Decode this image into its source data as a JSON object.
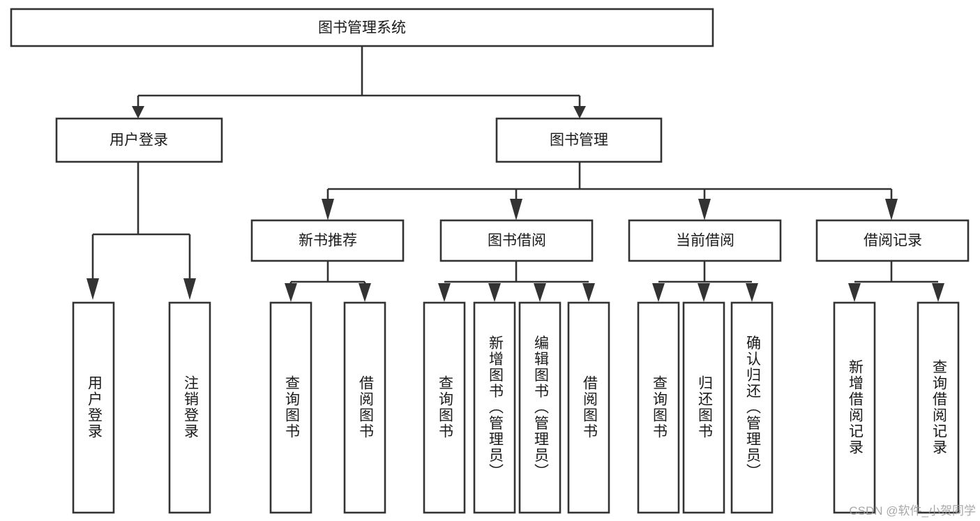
{
  "diagram": {
    "title": "图书管理系统",
    "type": "tree-hierarchy-chart",
    "watermark": "CSDN @软件_小贺同学",
    "colors": {
      "stroke": "#333333",
      "fill": "#ffffff",
      "text": "#1a1a1a",
      "watermark": "#9a9a9a"
    },
    "root": {
      "label": "图书管理系统"
    },
    "level2": [
      {
        "label": "用户登录"
      },
      {
        "label": "图书管理"
      }
    ],
    "level3": [
      {
        "label": "新书推荐"
      },
      {
        "label": "图书借阅"
      },
      {
        "label": "当前借阅"
      },
      {
        "label": "借阅记录"
      }
    ],
    "leaves": {
      "user_login": [
        {
          "label": "用户登录"
        },
        {
          "label": "注销登录"
        }
      ],
      "new_book_recommend": [
        {
          "label": "查询图书"
        },
        {
          "label": "借阅图书"
        }
      ],
      "book_borrow": [
        {
          "label": "查询图书"
        },
        {
          "label": "新增图书（管理员）"
        },
        {
          "label": "编辑图书（管理员）"
        },
        {
          "label": "借阅图书"
        }
      ],
      "current_borrow": [
        {
          "label": "查询图书"
        },
        {
          "label": "归还图书"
        },
        {
          "label": "确认归还（管理员）"
        }
      ],
      "borrow_record": [
        {
          "label": "新增借阅记录"
        },
        {
          "label": "查询借阅记录"
        }
      ]
    }
  }
}
